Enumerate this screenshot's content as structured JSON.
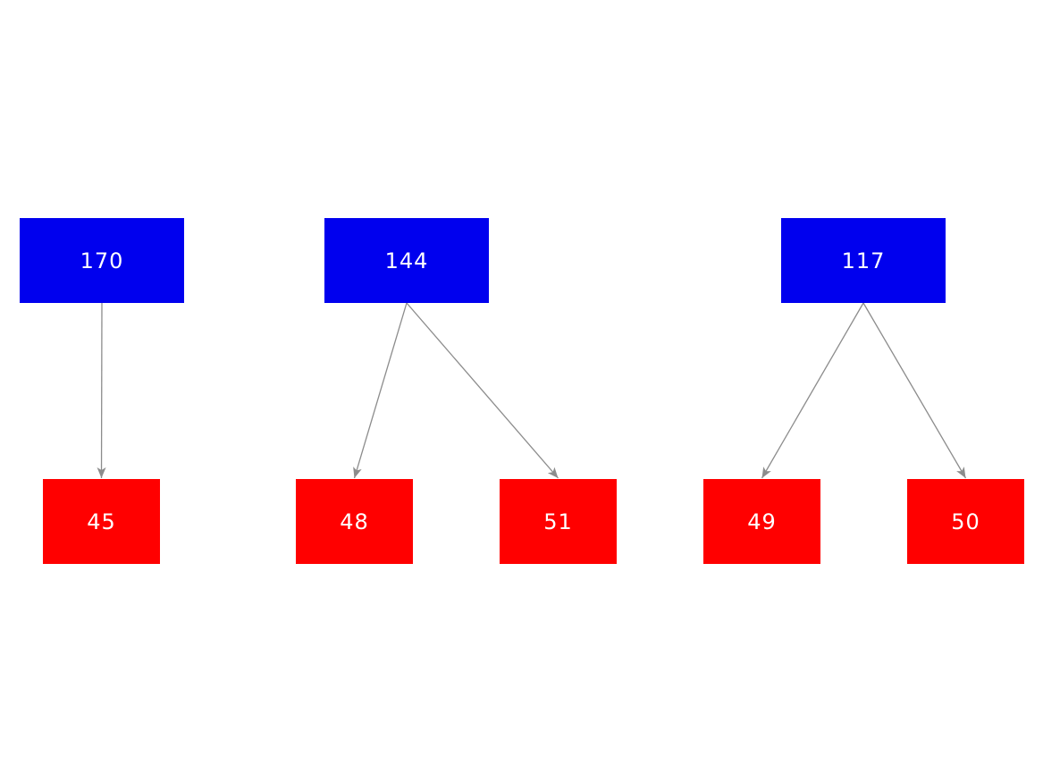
{
  "diagram": {
    "type": "tree",
    "description": "Two-level tree diagram: blue parent nodes connected by gray arrows to red child nodes",
    "colors": {
      "parent_fill": "#0000ee",
      "child_fill": "#ff0000",
      "edge": "#8c8c8c",
      "label_text": "#ffffff",
      "background": "#ffffff"
    },
    "nodes": {
      "parents": [
        {
          "id": "170",
          "label": "170"
        },
        {
          "id": "144",
          "label": "144"
        },
        {
          "id": "117",
          "label": "117"
        }
      ],
      "children": [
        {
          "id": "45",
          "label": "45"
        },
        {
          "id": "48",
          "label": "48"
        },
        {
          "id": "51",
          "label": "51"
        },
        {
          "id": "49",
          "label": "49"
        },
        {
          "id": "50",
          "label": "50"
        }
      ]
    },
    "edges": [
      {
        "from": "170",
        "to": "45"
      },
      {
        "from": "144",
        "to": "48"
      },
      {
        "from": "144",
        "to": "51"
      },
      {
        "from": "117",
        "to": "49"
      },
      {
        "from": "117",
        "to": "50"
      }
    ]
  }
}
